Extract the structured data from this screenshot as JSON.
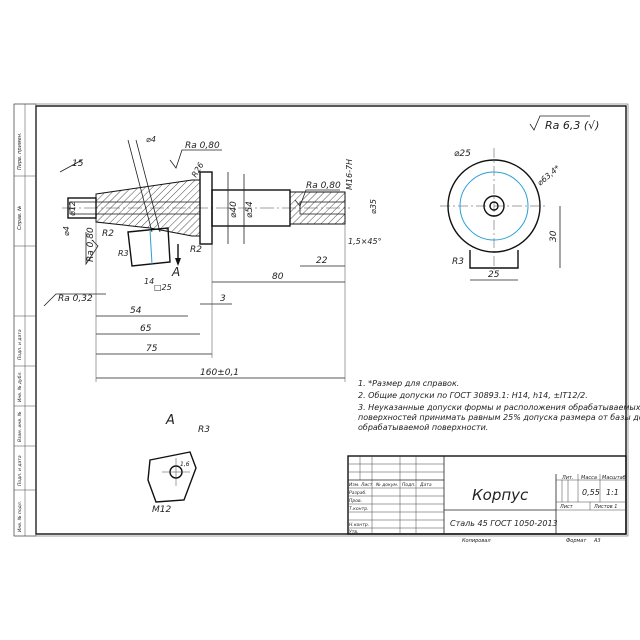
{
  "surface_finish_general": "Ra 6,3 (√)",
  "roughness_labels": [
    "Ra 0,80",
    "Ra 0,80",
    "Ra 0,80",
    "Ra 0,32"
  ],
  "dims": {
    "angle15": "15",
    "d4_top": "⌀4",
    "d12": "⌀12",
    "d4_left": "⌀4",
    "r2_a": "R2",
    "r2_b": "R2",
    "r3_small": "R3",
    "d40": "⌀40",
    "d54": "⌀54",
    "r26": "R26",
    "m16": "M16-7H",
    "d35": "⌀35",
    "chamfer": "1,5×45°",
    "d14": "14",
    "sq25": "□25",
    "dim80": "80",
    "dim22": "22",
    "dim3": "3",
    "dim54": "54",
    "dim65": "65",
    "dim75": "75",
    "dim160": "160±0,1",
    "view_d25": "⌀25",
    "view_d63": "⌀63,4*",
    "view_30": "30",
    "view_25": "25",
    "view_r3": "R3",
    "a_r3": "R3",
    "a_m12": "M12",
    "a_small": "1,6"
  },
  "view_label": "A",
  "section_label": "A",
  "notes": [
    "1. *Размер для справок.",
    "2. Общие допуски по ГОСТ 30893.1: H14, h14, ±IT12/2.",
    "3. Неуказанные допуски формы и расположения обрабатываемых",
    "поверхностей принимать равным 25% допуска размера от базы до",
    "обрабатываемой поверхности."
  ],
  "side_labels": [
    "Перв. примен.",
    "Справ. №",
    "Подп. и дата",
    "Инв. № дубл.",
    "Взам. инв. №",
    "Подп. и дата",
    "Инв. № подл."
  ],
  "title_block": {
    "part_name": "Корпус",
    "material": "Сталь 45 ГОСТ 1050-2013",
    "col_lit": "Лит.",
    "col_mass": "Масса",
    "col_scale": "Масштаб",
    "mass": "0,55",
    "scale": "1:1",
    "sheet": "Лист",
    "sheets": "Листов 1",
    "row_izm": "Изм.",
    "row_list": "Лист",
    "row_doc": "№ докум.",
    "row_sign": "Подп.",
    "row_date": "Дата",
    "razrab": "Разраб.",
    "prov": "Пров.",
    "tkontr": "Т.контр.",
    "nkontr": "Н.контр.",
    "utv": "Утв.",
    "copied": "Копировал",
    "format": "Формат",
    "format_val": "A3"
  }
}
